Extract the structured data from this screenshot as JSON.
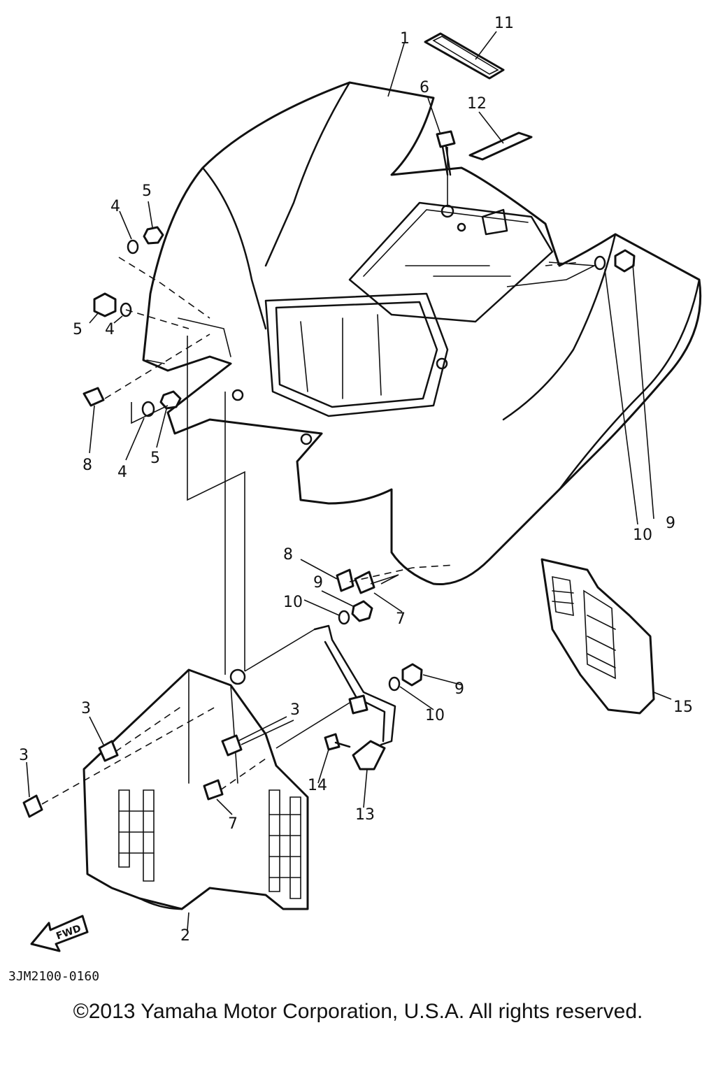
{
  "callouts": {
    "c1": "1",
    "c2": "2",
    "c3a": "3",
    "c3b": "3",
    "c3c": "3",
    "c4a": "4",
    "c4b": "4",
    "c4c": "4",
    "c5a": "5",
    "c5b": "5",
    "c5c": "5",
    "c6": "6",
    "c7a": "7",
    "c7b": "7",
    "c8a": "8",
    "c8b": "8",
    "c9a": "9",
    "c9b": "9",
    "c9c": "9",
    "c10a": "10",
    "c10b": "10",
    "c10c": "10",
    "c11": "11",
    "c12": "12",
    "c13": "13",
    "c14": "14",
    "c15": "15"
  },
  "fwd_label": "FWD",
  "drawing_code": "3JM2100-0160",
  "copyright": "©2013 Yamaha Motor Corporation, U.S.A. All rights reserved."
}
